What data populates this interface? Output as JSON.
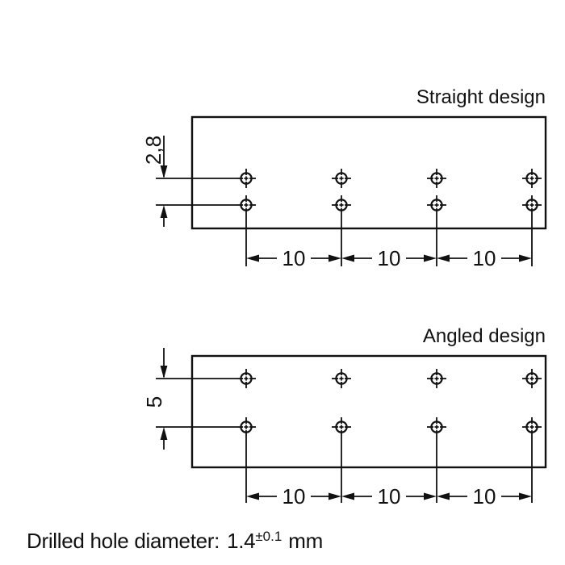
{
  "page": {
    "background": "#ffffff",
    "line_color": "#111111"
  },
  "straight": {
    "title": "Straight design",
    "row_spacing_label": "2,8",
    "pitch_labels": [
      "10",
      "10",
      "10"
    ]
  },
  "angled": {
    "title": "Angled design",
    "row_spacing_label": "5",
    "pitch_labels": [
      "10",
      "10",
      "10"
    ]
  },
  "footnote": {
    "label": "Drilled hole diameter:",
    "value": "1.4",
    "tolerance": "±0.1",
    "unit": "mm"
  }
}
